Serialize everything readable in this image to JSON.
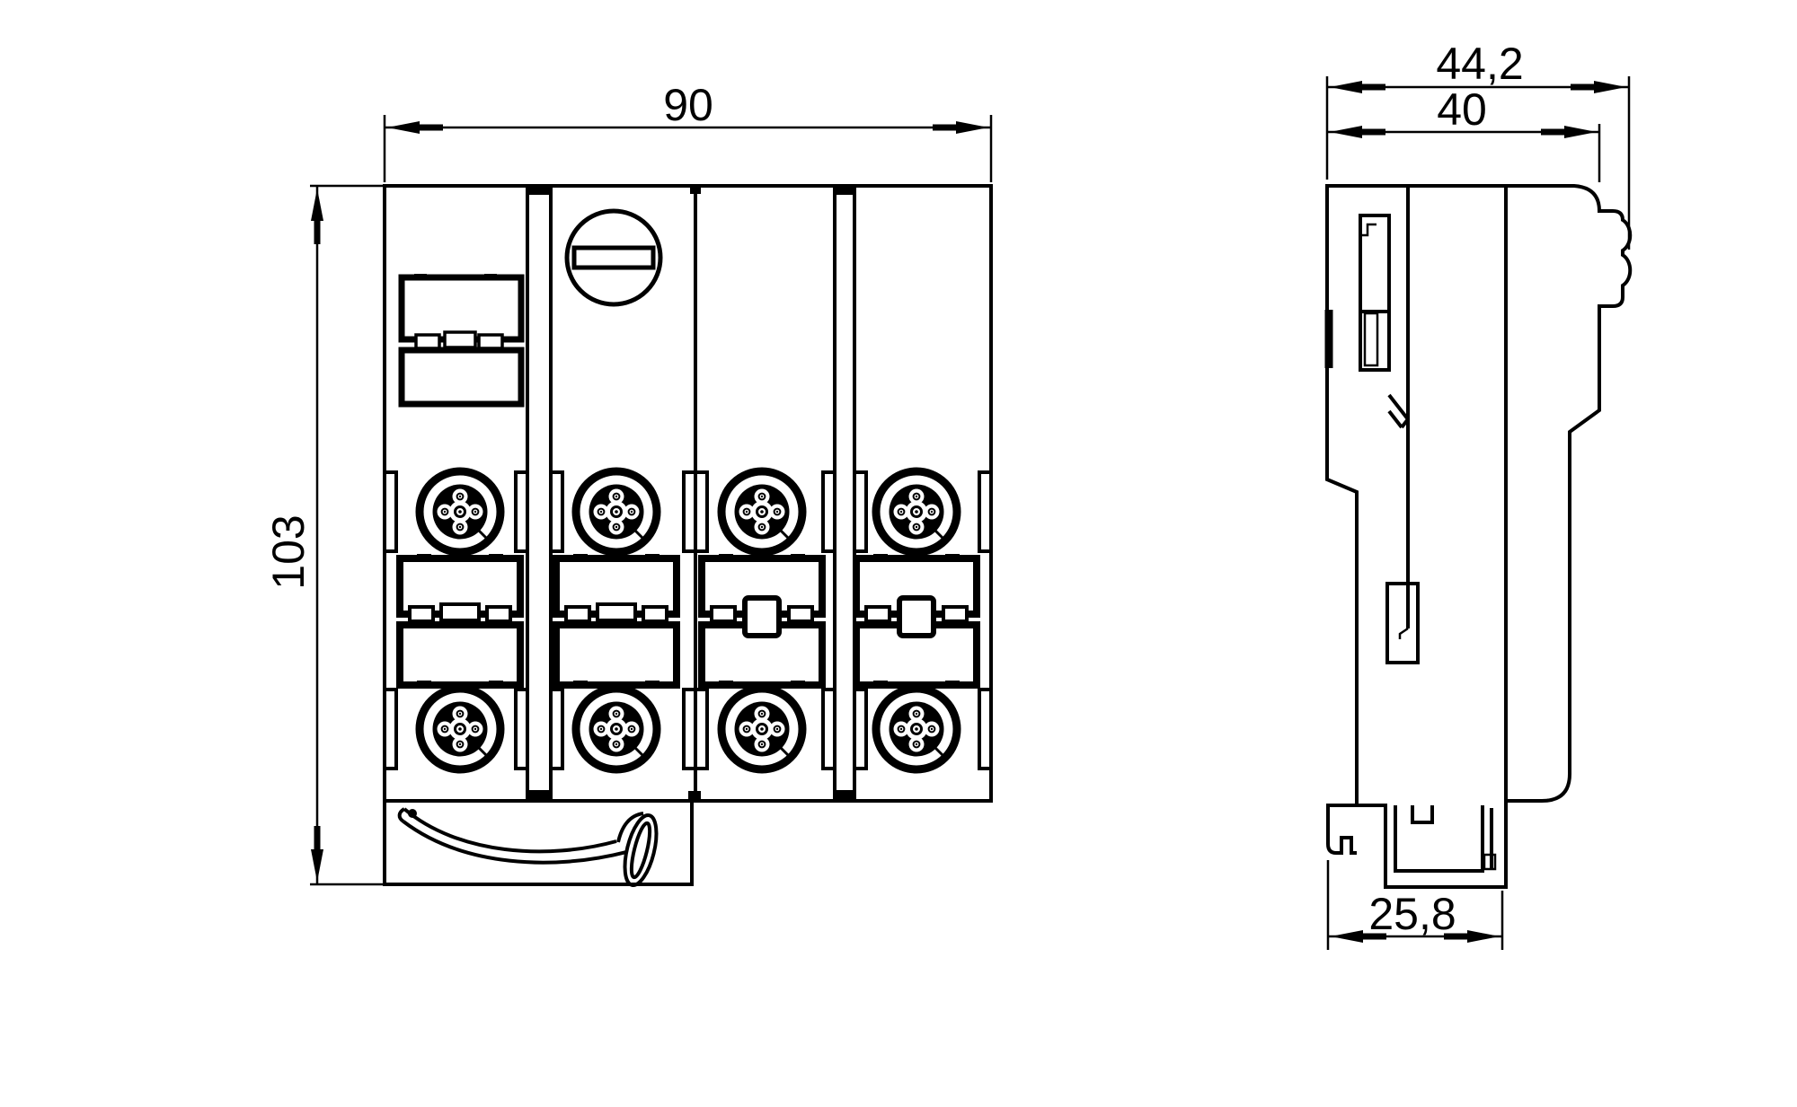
{
  "page": {
    "background": "#ffffff",
    "ink": "#000000"
  },
  "views": {
    "front": {
      "width_dim": "90",
      "height_dim": "103",
      "module_count": 2,
      "m12_connector_count": 8,
      "labeling_plate_pairs": 5,
      "screw_cap_count": 1
    },
    "side": {
      "overall_depth_dim": "44,2",
      "housing_depth_dim": "40",
      "rail_foot_depth_dim": "25,8"
    }
  }
}
